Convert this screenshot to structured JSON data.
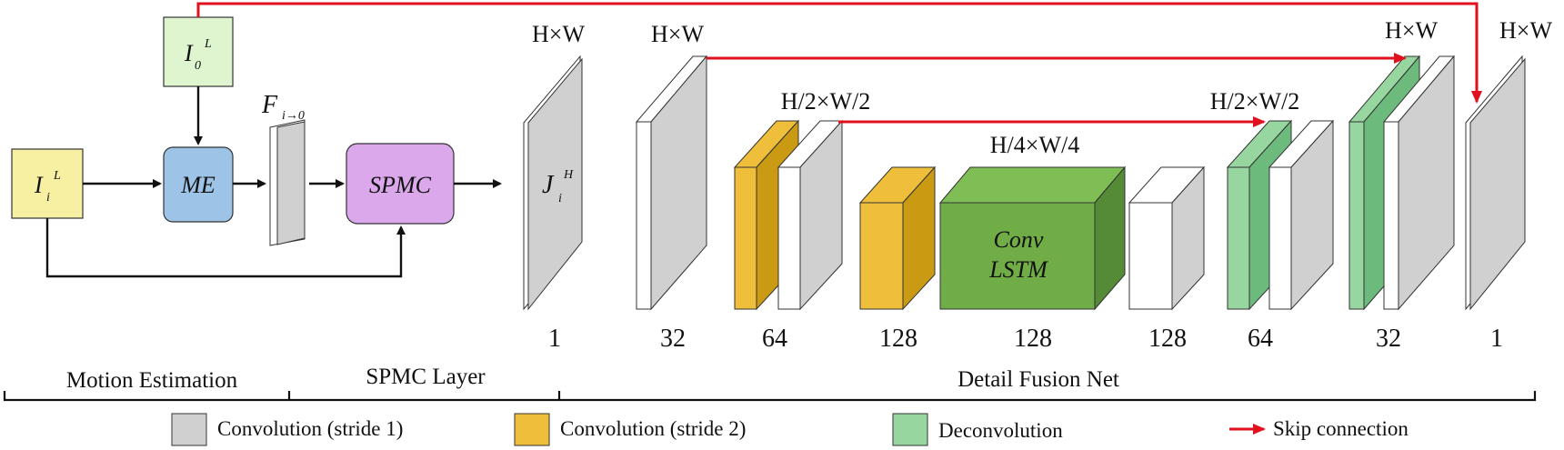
{
  "colors": {
    "gray_face": "#d0d0d0",
    "gray_side": "#c8c8c8",
    "white_face": "#ffffff",
    "conv2_face": "#efbf3c",
    "conv2_side": "#c99a12",
    "deconv_face": "#98d6a0",
    "deconv_side": "#6cbb7c",
    "lstm_front": "#70ad47",
    "lstm_top": "#7fbe55",
    "lstm_side": "#558a36",
    "me_fill": "#9dc3e6",
    "spmc_fill": "#dba8ec",
    "input_i_fill": "#f7f0a3",
    "input_0_fill": "#dff5cf",
    "skip": "#e0101f",
    "arrow": "#111111"
  },
  "inputs": {
    "i0": {
      "base": "I",
      "sub": "0",
      "sup": "L"
    },
    "ii": {
      "base": "I",
      "sub": "i",
      "sup": "L"
    }
  },
  "modules": {
    "me": "ME",
    "spmc": "SPMC"
  },
  "flow": {
    "base": "F",
    "sub": "i→0"
  },
  "j_label": {
    "base": "J",
    "sub": "i",
    "sup": "H"
  },
  "lstm_label": [
    "Conv",
    "LSTM"
  ],
  "dimensions": {
    "full_1": "H×W",
    "full_2": "H×W",
    "half_1": "H/2×W/2",
    "quarter": "H/4×W/4",
    "half_2": "H/2×W/2",
    "full_3": "H×W",
    "full_4": "H×W"
  },
  "channels": [
    "1",
    "32",
    "64",
    "128",
    "128",
    "128",
    "64",
    "32",
    "1"
  ],
  "sections": [
    {
      "label": "Motion Estimation"
    },
    {
      "label": "SPMC Layer"
    },
    {
      "label": "Detail Fusion Net"
    }
  ],
  "legend": [
    {
      "label": "Convolution (stride 1)",
      "color_key": "gray_face"
    },
    {
      "label": "Convolution (stride 2)",
      "color_key": "conv2_face"
    },
    {
      "label": "Deconvolution",
      "color_key": "deconv_face"
    },
    {
      "label": "Skip connection",
      "color_key": "skip"
    }
  ]
}
